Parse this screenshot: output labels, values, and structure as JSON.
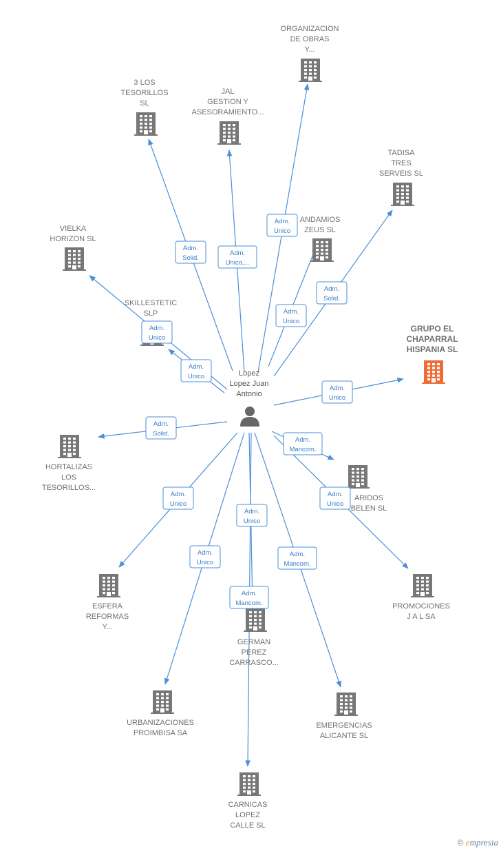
{
  "colors": {
    "edge": "#4a8fd8",
    "building": "#777777",
    "highlight": "#f26a35",
    "person": "#666666"
  },
  "person": {
    "icon": "person-icon",
    "lines": [
      "Lopez",
      "Lopez Juan",
      "Antonio"
    ]
  },
  "companies": [
    {
      "id": "organizacion",
      "lines": [
        "ORGANIZACION",
        "DE OBRAS",
        "Y..."
      ]
    },
    {
      "id": "los-tesorillos",
      "lines": [
        "3 LOS",
        "TESORILLOS",
        "SL"
      ]
    },
    {
      "id": "jal-gestion",
      "lines": [
        "JAL",
        "GESTION Y",
        "ASESORAMIENTO..."
      ]
    },
    {
      "id": "tadisa",
      "lines": [
        "TADISA",
        "TRES",
        "SERVEIS SL"
      ]
    },
    {
      "id": "andamios",
      "lines": [
        "ANDAMIOS",
        "ZEUS  SL"
      ]
    },
    {
      "id": "vielka",
      "lines": [
        "VIELKA",
        "HORIZON  SL"
      ]
    },
    {
      "id": "skillestetic",
      "lines": [
        "SKILLESTETIC",
        "SLP"
      ]
    },
    {
      "id": "chaparral",
      "lines": [
        "GRUPO EL",
        "CHAPARRAL",
        "HISPANIA  SL"
      ],
      "highlight": true
    },
    {
      "id": "hortalizas",
      "lines": [
        "HORTALIZAS",
        "LOS",
        "TESORILLOS..."
      ]
    },
    {
      "id": "aridos",
      "lines": [
        "ARIDOS",
        "BELEN SL"
      ]
    },
    {
      "id": "promociones",
      "lines": [
        "PROMOCIONES",
        "J A L SA"
      ]
    },
    {
      "id": "esfera",
      "lines": [
        "ESFERA",
        "REFORMAS",
        "Y..."
      ]
    },
    {
      "id": "german",
      "lines": [
        "GERMAN",
        "PEREZ",
        "CARRASCO..."
      ]
    },
    {
      "id": "urbanizaciones",
      "lines": [
        "URBANIZACIONES",
        "PROIMBISA SA"
      ]
    },
    {
      "id": "emergencias",
      "lines": [
        "EMERGENCIAS",
        "ALICANTE SL"
      ]
    },
    {
      "id": "carnicas",
      "lines": [
        "CARNICAS",
        "LOPEZ",
        "CALLE SL"
      ]
    }
  ],
  "relations": [
    {
      "to": "organizacion",
      "lines": [
        "Adm.",
        "Unico"
      ]
    },
    {
      "to": "los-tesorillos",
      "lines": [
        "Adm.",
        "Solid."
      ]
    },
    {
      "to": "jal-gestion",
      "lines": [
        "Adm.",
        "Unico,..."
      ]
    },
    {
      "to": "tadisa",
      "lines": [
        "Adm.",
        "Solid."
      ]
    },
    {
      "to": "andamios",
      "lines": [
        "Adm.",
        "Unico"
      ]
    },
    {
      "to": "vielka",
      "lines": [
        "Adm.",
        "Unico"
      ]
    },
    {
      "to": "skillestetic",
      "lines": [
        "Adm.",
        "Unico"
      ]
    },
    {
      "to": "chaparral",
      "lines": [
        "Adm.",
        "Unico"
      ]
    },
    {
      "to": "hortalizas",
      "lines": [
        "Adm.",
        "Solid."
      ]
    },
    {
      "to": "aridos",
      "lines": [
        "Adm.",
        "Mancom."
      ]
    },
    {
      "to": "promociones",
      "lines": [
        "Adm.",
        "Unico"
      ]
    },
    {
      "to": "esfera",
      "lines": [
        "Adm.",
        "Unico"
      ]
    },
    {
      "to": "german",
      "lines": [
        "Adm.",
        "Unico"
      ]
    },
    {
      "to": "urbanizaciones",
      "lines": [
        "Adm.",
        "Unico"
      ]
    },
    {
      "to": "emergencias",
      "lines": [
        "Adm.",
        "Mancom."
      ]
    },
    {
      "to": "carnicas",
      "lines": [
        "Adm.",
        "Mancom."
      ]
    }
  ],
  "footer": {
    "copyright": "©",
    "brand_first": "e",
    "brand_rest": "mpresia"
  }
}
